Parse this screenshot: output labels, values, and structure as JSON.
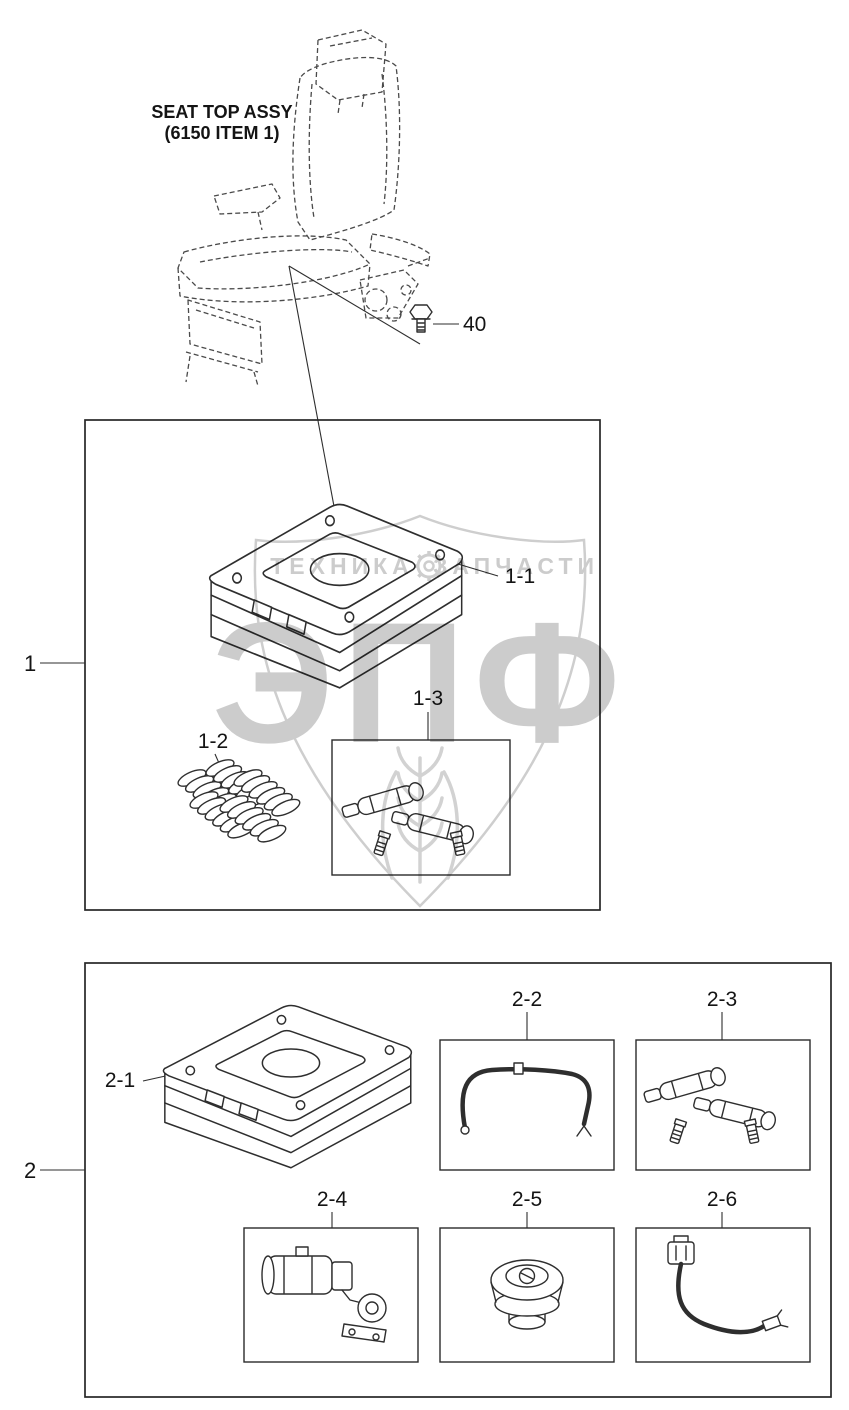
{
  "page": {
    "background": "#ffffff",
    "line_color": "#2e2e2e",
    "watermark_color": "#c7c7c7"
  },
  "seat": {
    "title_line1": "SEAT TOP ASSY",
    "title_line2": "(6150 ITEM 1)"
  },
  "callouts": {
    "bolt": "40",
    "group1": "1",
    "item_1_1": "1-1",
    "item_1_2": "1-2",
    "item_1_3": "1-3",
    "group2": "2",
    "item_2_1": "2-1",
    "item_2_2": "2-2",
    "item_2_3": "2-3",
    "item_2_4": "2-4",
    "item_2_5": "2-5",
    "item_2_6": "2-6"
  },
  "watermark": {
    "banner_left": "ТЕХНИКА",
    "banner_right": "ЗАПЧАСТИ",
    "big_text": "ЭПФ"
  }
}
